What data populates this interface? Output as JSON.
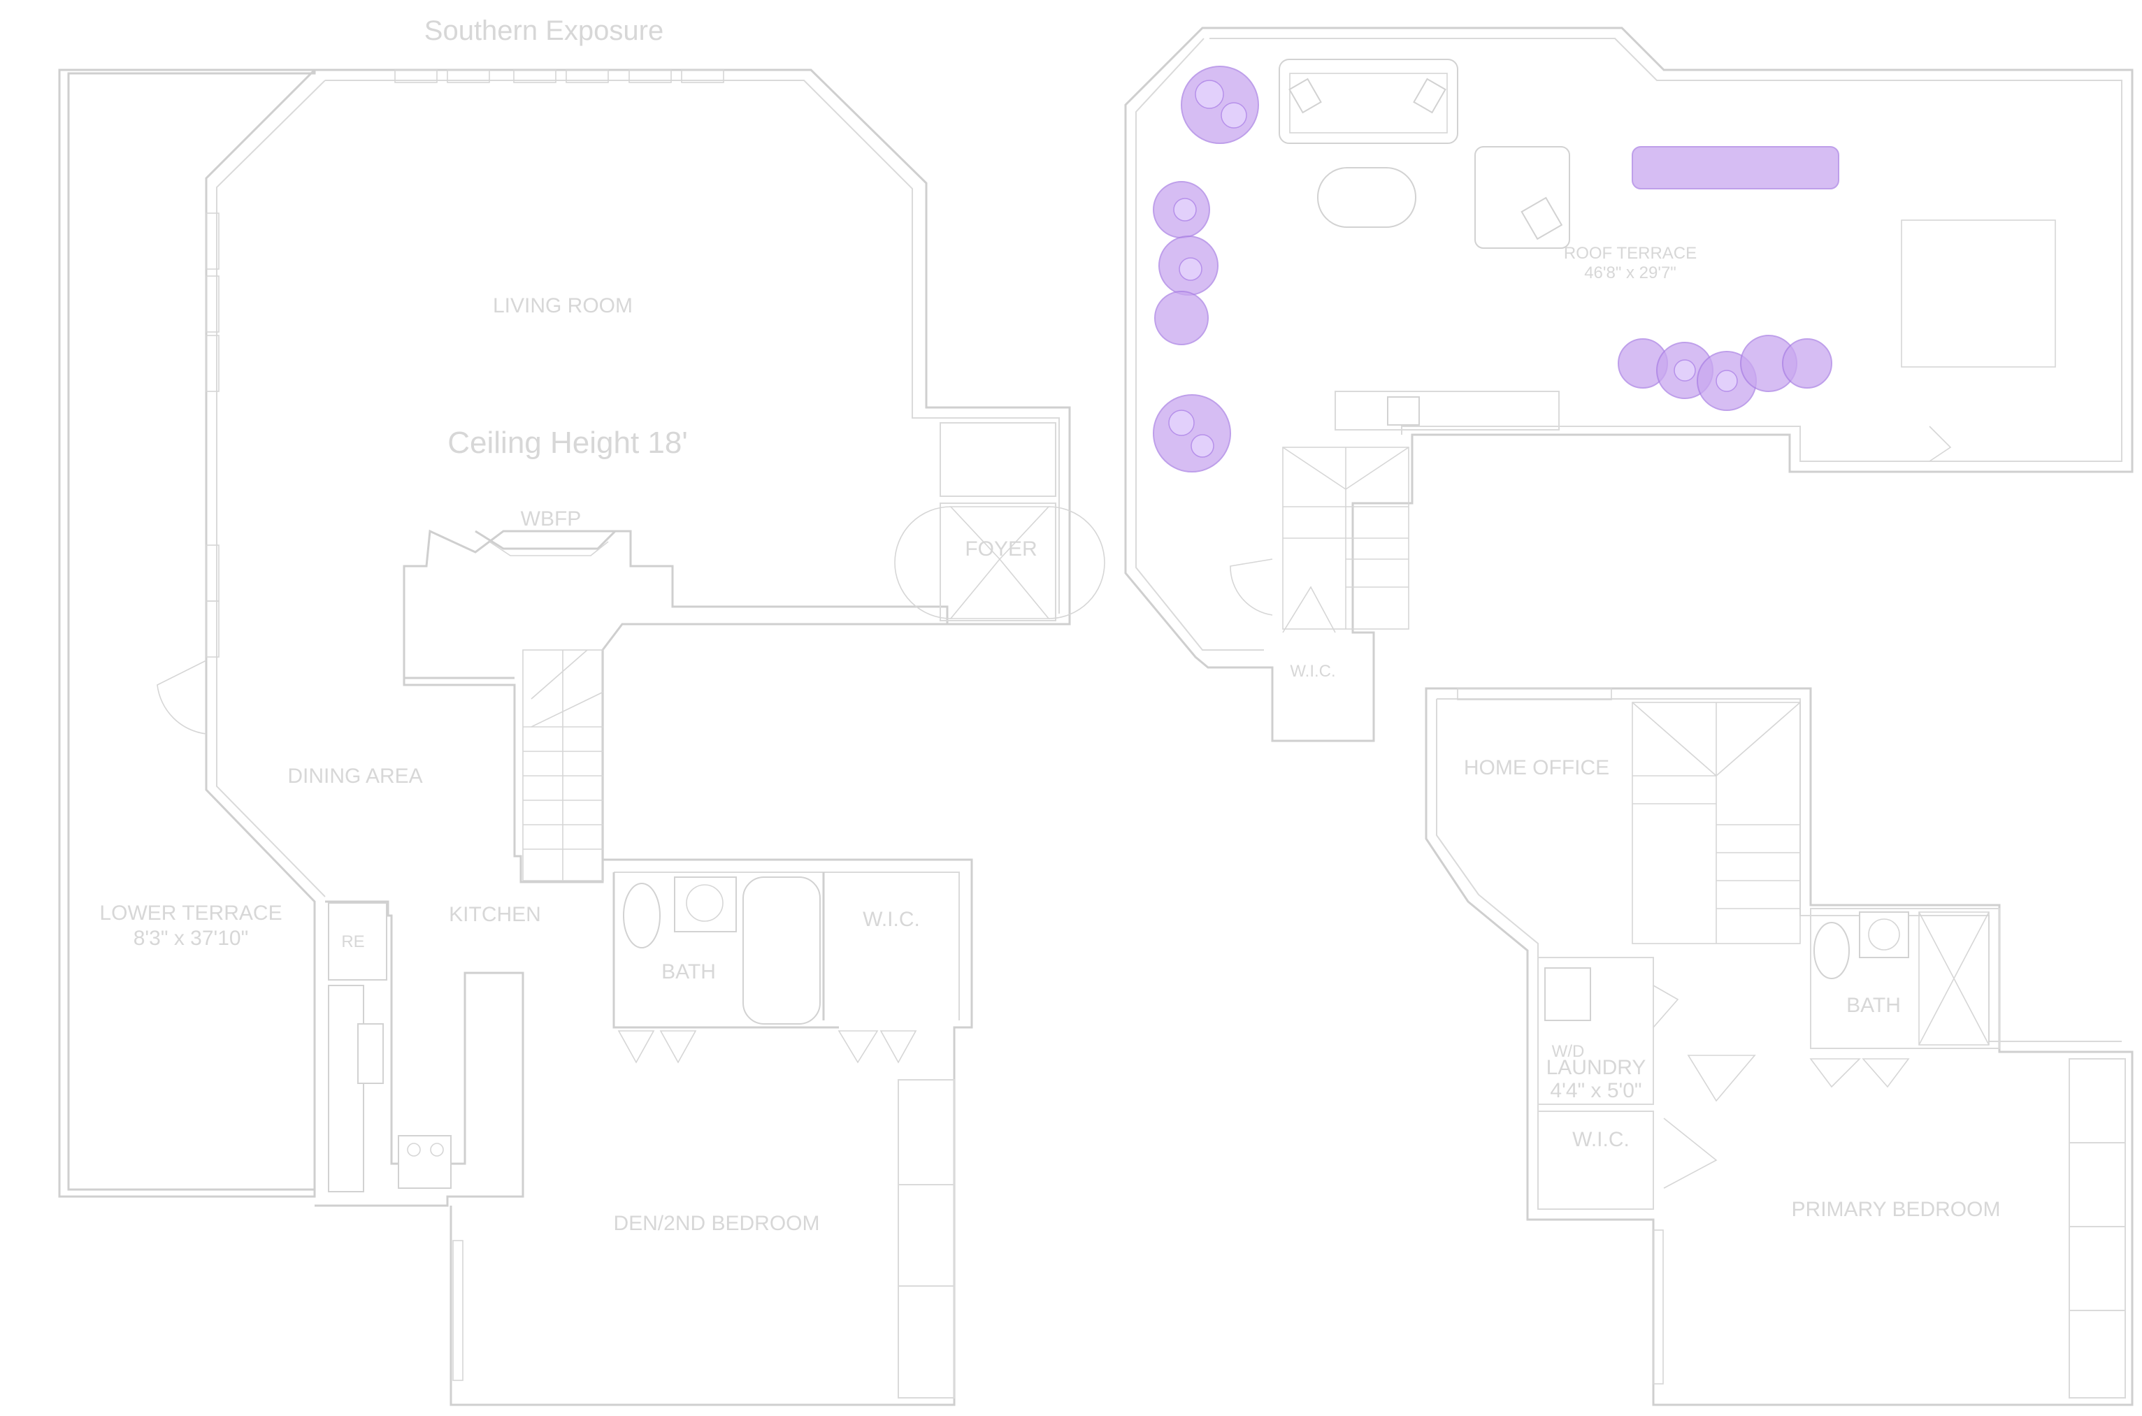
{
  "colors": {
    "wall": "#cfcfcf",
    "label": "#d7d7d7",
    "plants": "#c9a8f0"
  },
  "lower_level": {
    "exposure_label": "Southern Exposure",
    "ceiling_note": "Ceiling Height 18'",
    "living_room": "LIVING ROOM",
    "wbfp": "WBFP",
    "foyer": "FOYER",
    "dining_area": "DINING AREA",
    "kitchen": "KITCHEN",
    "refrigerator": "RE",
    "lower_terrace": "LOWER TERRACE",
    "lower_terrace_dims": "8'3\" x 37'10\"",
    "bath": "BATH",
    "wic": "W.I.C.",
    "den": "DEN/2ND BEDROOM"
  },
  "roof_level": {
    "roof_terrace": "ROOF TERRACE",
    "roof_terrace_dims": "46'8\" x 29'7\"",
    "wic": "W.I.C."
  },
  "upper_level": {
    "home_office": "HOME OFFICE",
    "bath": "BATH",
    "laundry": "LAUNDRY",
    "laundry_dims": "4'4\" x 5'0\"",
    "wd": "W/D",
    "wic": "W.I.C.",
    "primary_bedroom": "PRIMARY BEDROOM"
  }
}
